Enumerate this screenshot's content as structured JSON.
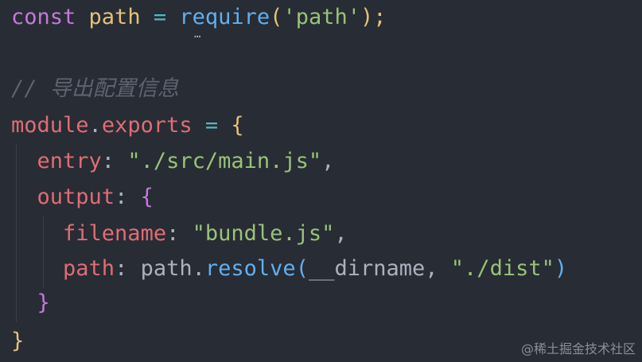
{
  "code": {
    "line1": {
      "kw": "const",
      "var": "path",
      "op": "=",
      "fn": "require",
      "open": "(",
      "str": "'path'",
      "close": ");"
    },
    "hint_ellipsis": "…",
    "line3": {
      "slashes": "//",
      "text": "导出配置信息"
    },
    "line4": {
      "module": "module",
      "dot": ".",
      "exports": "exports",
      "op": "=",
      "brace": "{"
    },
    "line5": {
      "prop": "entry",
      "colon": ":",
      "str": "\"./src/main.js\"",
      "comma": ","
    },
    "line6": {
      "prop": "output",
      "colon": ":",
      "brace": "{"
    },
    "line7": {
      "prop": "filename",
      "colon": ":",
      "str": "\"bundle.js\"",
      "comma": ","
    },
    "line8": {
      "prop": "path",
      "colon": ":",
      "obj": "path",
      "dot": ".",
      "fn": "resolve",
      "open": "(",
      "arg": "__dirname",
      "comma": ",",
      "str": "\"./dist\"",
      "close": ")"
    },
    "line9": {
      "brace": "}"
    },
    "line10": {
      "brace": "}"
    }
  },
  "watermark": "@稀土掘金技术社区",
  "colors": {
    "background": "#282c34",
    "keyword": "#c678dd",
    "variable": "#e5c07b",
    "operator": "#56b6c2",
    "function": "#61afef",
    "string": "#98c379",
    "property": "#e06c75",
    "comment": "#5c6370"
  }
}
